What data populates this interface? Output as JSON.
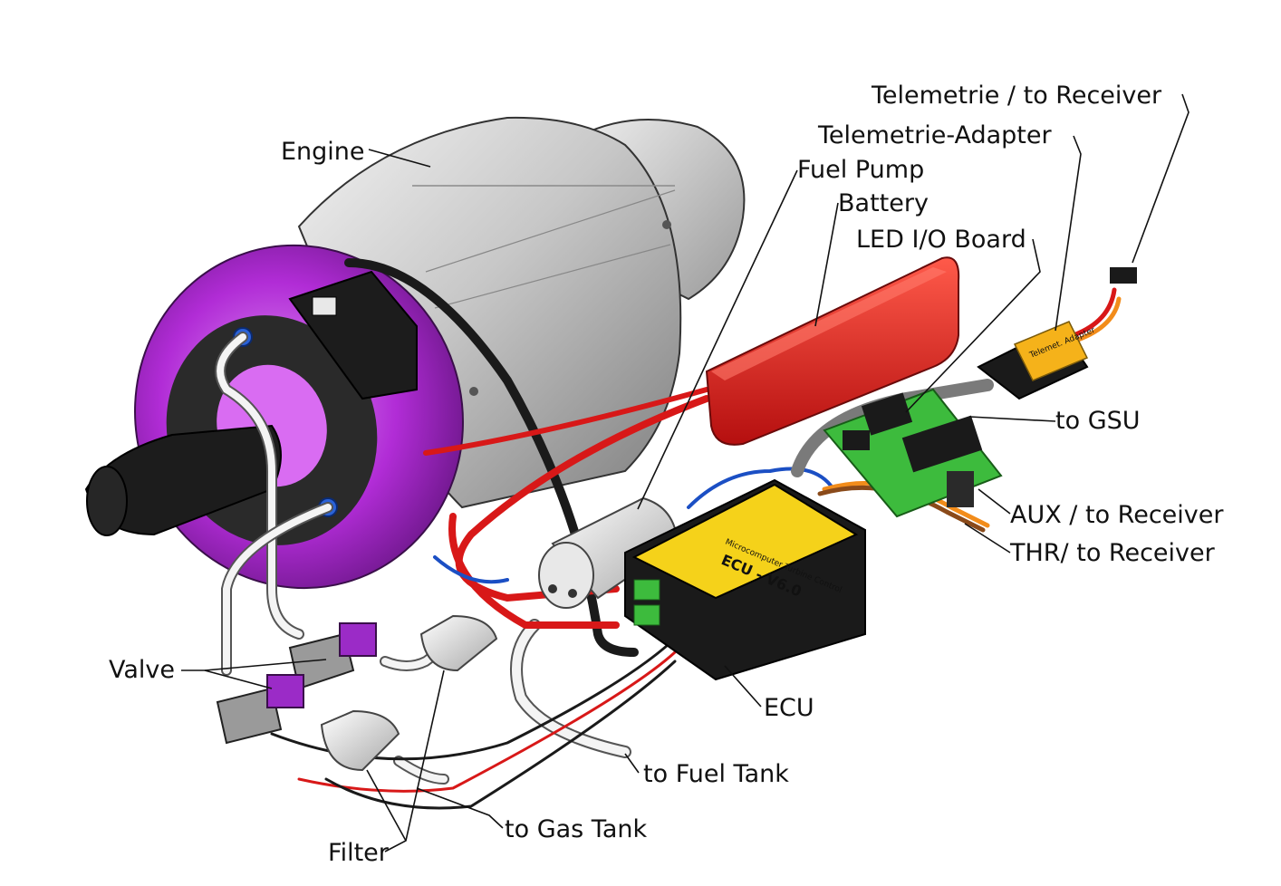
{
  "diagram": {
    "labels": {
      "engine": "Engine",
      "fuel_pump": "Fuel Pump",
      "battery": "Battery",
      "led_io_board": "LED I/O Board",
      "telemetrie_adapter": "Telemetrie-Adapter",
      "telemetrie_receiver": "Telemetrie / to Receiver",
      "to_gsu": "to GSU",
      "aux_receiver": "AUX / to Receiver",
      "thr_receiver": "THR/ to Receiver",
      "ecu": "ECU",
      "valve": "Valve",
      "filter": "Filter",
      "to_fuel_tank": "to Fuel Tank",
      "to_gas_tank": "to Gas Tank"
    },
    "ecu_panel": {
      "model": "ECU - V6.0",
      "subtitle": "Microcomputer Turbine Control"
    },
    "adapter_text": "Telemet. Adapter",
    "colors": {
      "engine_front": "#b12cd6",
      "engine_body": "#c9c9c9",
      "battery": "#e01b1b",
      "ecu_label": "#f5d21a",
      "ecu_case": "#1a1a1a",
      "pcb": "#3dbb3d",
      "valve_purple": "#9b2bc7",
      "valve_gray": "#9a9a9a",
      "wire_red": "#d81818",
      "wire_black": "#1a1a1a",
      "wire_blue": "#1b4fc4",
      "wire_orange": "#f28c1a"
    }
  }
}
